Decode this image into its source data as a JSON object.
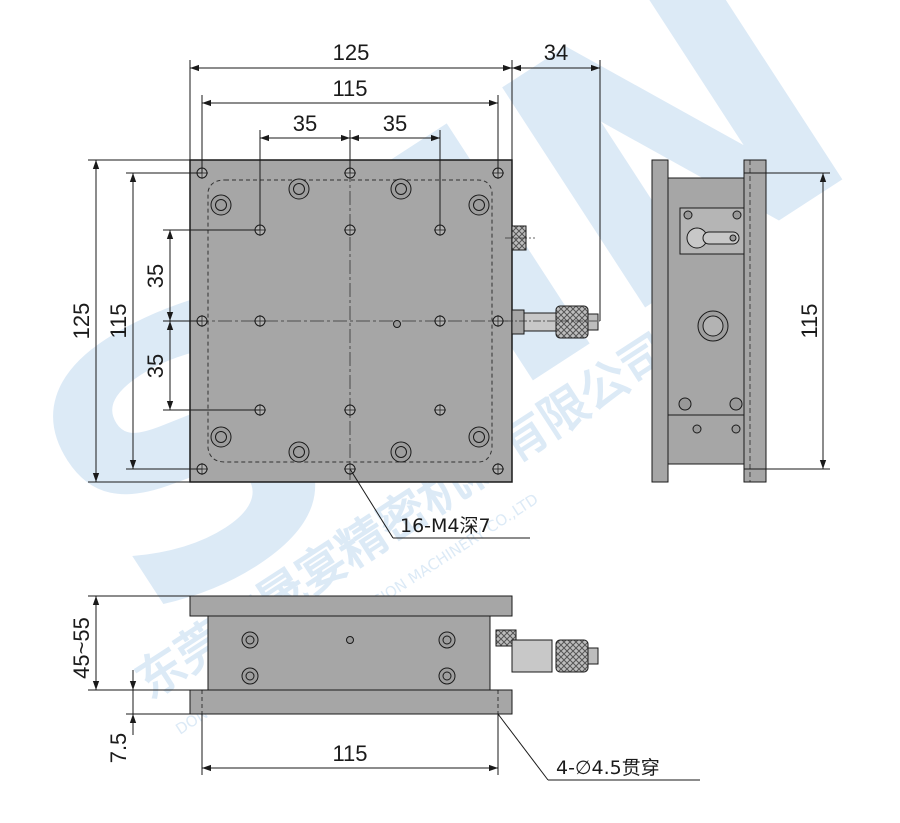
{
  "drawing": {
    "top_view": {
      "width_overall": "125",
      "width_holes": "115",
      "pitch_left": "35",
      "pitch_right": "35",
      "offset_micrometer": "34",
      "height_overall": "125",
      "height_holes": "115",
      "pitch_upper": "35",
      "pitch_lower": "35",
      "hole_note": "16-M4深7"
    },
    "side_view": {
      "height_holes": "115"
    },
    "front_view": {
      "height_range": "45~55",
      "base_thickness": "7.5",
      "width_holes": "115",
      "through_hole_note": "4-∅4.5贯穿"
    },
    "watermark": {
      "logo": "SHN",
      "text_cn": "东莞市晟宴精密机械有限公司",
      "text_en": "DONGGUAN SHENGNING PRECISION MACHINERY CO.,LTD"
    }
  },
  "colors": {
    "plate": "#a6a6a6",
    "plate_dark": "#8c8c8c",
    "line": "#1a1a1a",
    "watermark": "#d9e8f6"
  }
}
